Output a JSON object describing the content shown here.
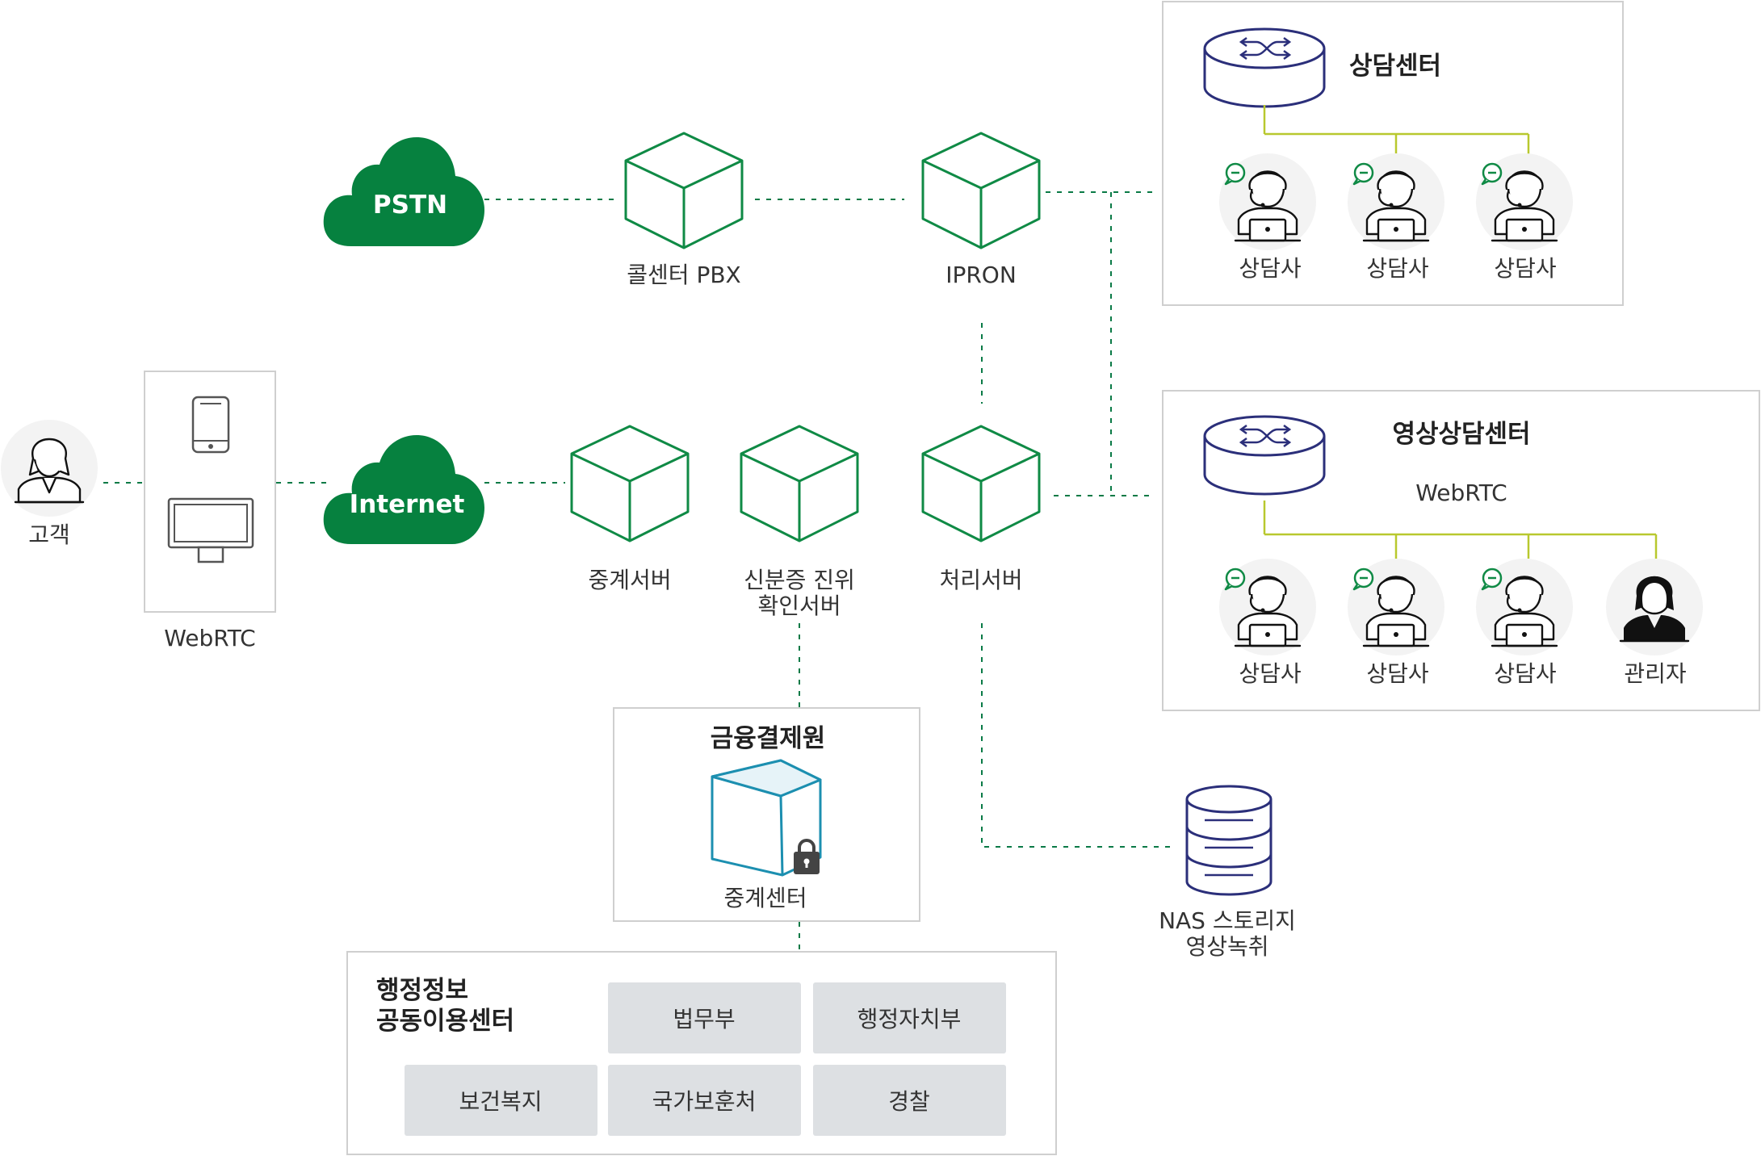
{
  "colors": {
    "accent_green": "#0a7a46",
    "cloud_green": "#06813f",
    "cube_green": "#0f8a45",
    "cube_teal": "#1c8fb0",
    "router_navy": "#2b2f7a",
    "lime_line": "#b8c82e",
    "chip_grey": "#dde0e3"
  },
  "customer": {
    "label": "고객",
    "icon": "woman-customer-icon"
  },
  "webrtc_client": {
    "label": "WebRTC",
    "icons": [
      "smartphone-icon",
      "monitor-icon"
    ]
  },
  "clouds": {
    "pstn": "PSTN",
    "internet": "Internet"
  },
  "servers": {
    "pbx": "콜센터 PBX",
    "ipron": "IPRON",
    "relay": "중계서버",
    "idcheck_line1": "신분증 진위",
    "idcheck_line2": "확인서버",
    "processing": "처리서버"
  },
  "counsel_center": {
    "title": "상담센터",
    "agents": [
      "상담사",
      "상담사",
      "상담사"
    ]
  },
  "video_center": {
    "title": "영상상담센터",
    "subtitle": "WebRTC",
    "agents": [
      "상담사",
      "상담사",
      "상담사"
    ],
    "manager": "관리자"
  },
  "nas": {
    "line1": "NAS 스토리지",
    "line2": "영상녹취"
  },
  "kftc": {
    "title": "금융결제원",
    "label": "중계센터",
    "icon": "lock-icon"
  },
  "admin_center": {
    "title_line1": "행정정보",
    "title_line2": "공동이용센터",
    "agencies": [
      "법무부",
      "행정자치부",
      "보건복지",
      "국가보훈처",
      "경찰"
    ]
  }
}
